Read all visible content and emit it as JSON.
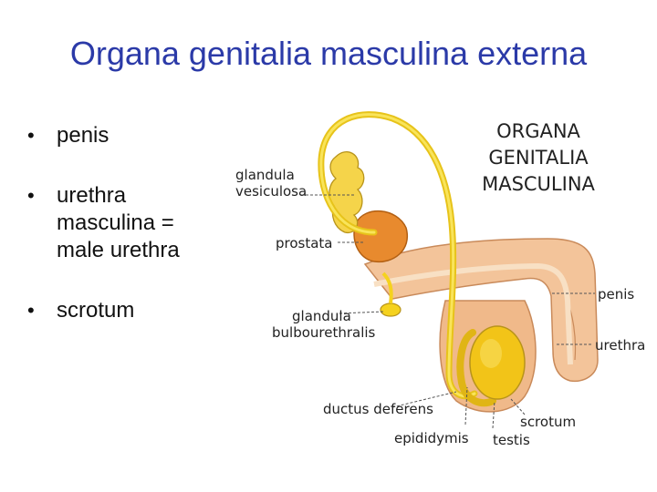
{
  "slide": {
    "title": "Organa genitalia masculina externa",
    "bullets": [
      "penis",
      "urethra masculina = male urethra",
      "scrotum"
    ]
  },
  "figure": {
    "title_lines": [
      "ORGANA",
      "GENITALIA",
      "MASCULINA"
    ],
    "labels": {
      "glandula_vesiculosa": [
        "glandula",
        "vesiculosa"
      ],
      "prostata": "prostata",
      "glandula_bulbourethralis": [
        "glandula",
        "bulbourethralis"
      ],
      "ductus_deferens": "ductus deferens",
      "epididymis": "epididymis",
      "testis": "testis",
      "scrotum": "scrotum",
      "penis": "penis",
      "urethra": "urethra"
    },
    "colors": {
      "ductus": "#f5d21e",
      "tissue": "#f3c49a",
      "prostate": "#e88a2e",
      "testis": "#f2c418"
    }
  }
}
